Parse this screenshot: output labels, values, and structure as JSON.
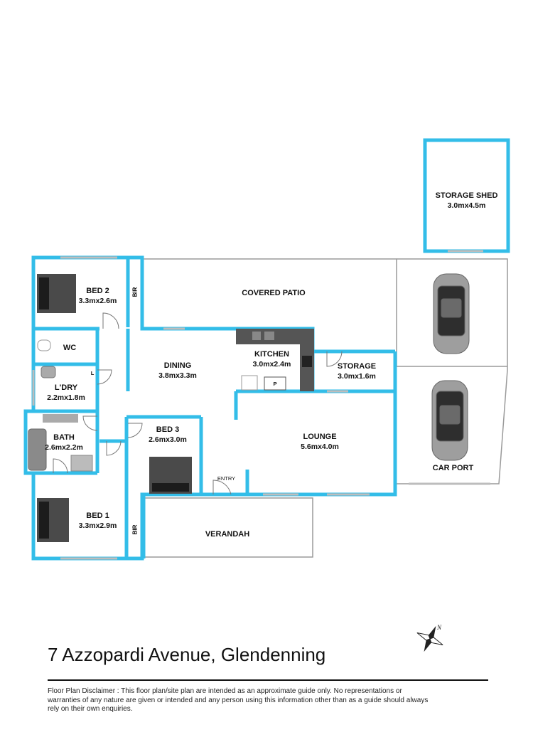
{
  "address": "7 Azzopardi Avenue, Glendenning",
  "disclaimer": "Floor Plan Disclaimer : This floor plan/site plan are intended as an approximate guide only. No representations or warranties of any nature are given or intended and any person using this information other than as a guide should always rely on their own enquiries.",
  "compass_label": "N",
  "colors": {
    "wall": "#33bde8",
    "line": "#9a9a9a",
    "furniture": "#555555",
    "car": "#9e9e9e"
  },
  "rooms": {
    "storage_shed": {
      "name": "STORAGE SHED",
      "dim": "3.0mx4.5m"
    },
    "bed2": {
      "name": "BED 2",
      "dim": "3.3mx2.6m"
    },
    "covered_patio": {
      "name": "COVERED PATIO"
    },
    "wc": {
      "name": "WC"
    },
    "dining": {
      "name": "DINING",
      "dim": "3.8mx3.3m"
    },
    "kitchen": {
      "name": "KITCHEN",
      "dim": "3.0mx2.4m"
    },
    "storage": {
      "name": "STORAGE",
      "dim": "3.0mx1.6m"
    },
    "laundry": {
      "name": "L'DRY",
      "dim": "2.2mx1.8m"
    },
    "bath": {
      "name": "BATH",
      "dim": "2.6mx2.2m"
    },
    "bed3": {
      "name": "BED 3",
      "dim": "2.6mx3.0m"
    },
    "lounge": {
      "name": "LOUNGE",
      "dim": "5.6mx4.0m"
    },
    "car_port": {
      "name": "CAR PORT"
    },
    "bed1": {
      "name": "BED 1",
      "dim": "3.3mx2.9m"
    },
    "verandah": {
      "name": "VERANDAH"
    },
    "entry": {
      "name": "ENTRY"
    },
    "bir_top": {
      "name": "BIR"
    },
    "bir_bottom": {
      "name": "BIR"
    },
    "linen": {
      "name": "L"
    },
    "pantry": {
      "name": "P"
    }
  }
}
